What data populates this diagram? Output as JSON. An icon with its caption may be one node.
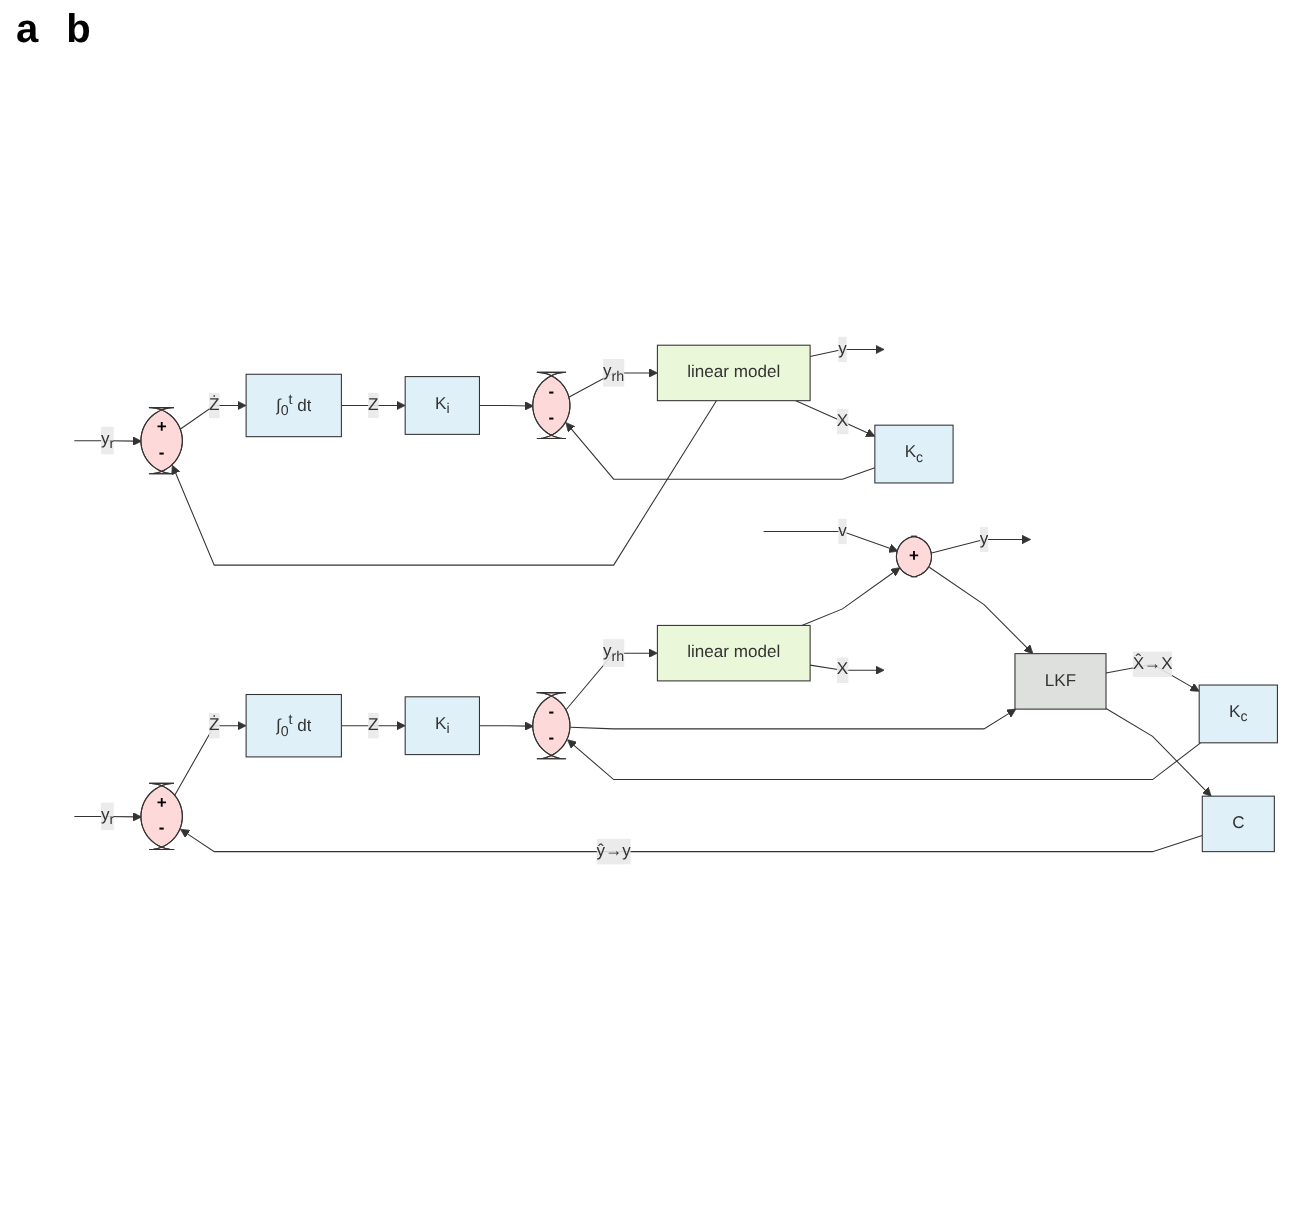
{
  "diagram": {
    "nodes": [
      {
        "text": [
          "+",
          "-"
        ]
      },
      {
        "text": [
          "∫$_{0}$$^{t}$ dt"
        ]
      },
      {
        "text": [
          "K$_{i}$"
        ]
      },
      {
        "text": [
          "-",
          "-"
        ]
      },
      {
        "text": [
          "linear model"
        ]
      },
      {
        "text": [
          "+"
        ]
      },
      {
        "text": [
          "LKF"
        ]
      },
      {
        "text": [
          "K$_{c}$"
        ]
      },
      {
        "text": [
          "C"
        ]
      },
      {
        "text": [
          "+",
          "-"
        ]
      },
      {
        "text": [
          "∫$_{0}$$^{t}$ dt"
        ]
      },
      {
        "text": [
          "K$_{i}$"
        ]
      },
      {
        "text": [
          "-",
          "-"
        ]
      },
      {
        "text": [
          "linear model"
        ]
      },
      {
        "text": [
          "K$_{c}$"
        ]
      }
    ],
    "edges": [
      {
        "from": null,
        "to": 0,
        "arrow": "to",
        "label": "y$_{r}$"
      },
      {
        "from": 0,
        "to": 1,
        "arrow": "to",
        "label": "Ż"
      },
      {
        "from": 1,
        "to": 2,
        "arrow": "to",
        "label": "Z"
      },
      {
        "from": 2,
        "to": 3,
        "arrow": "to"
      },
      {
        "from": 3,
        "to": 4,
        "arrow": "to",
        "label": "y$_{rh}$"
      },
      {
        "from": 4,
        "to": 5,
        "arrow": "to"
      },
      {
        "from": null,
        "to": 5,
        "arrow": "to",
        "label": "v"
      },
      {
        "from": 5,
        "to": null,
        "arrow": "to",
        "label": "y"
      },
      {
        "from": 4,
        "to": null,
        "arrow": "to",
        "label": "X"
      },
      {
        "from": 3,
        "to": 6,
        "arrow": "to"
      },
      {
        "from": 5,
        "to": 6,
        "arrow": "to"
      },
      {
        "from": 6,
        "to": 7,
        "arrow": "to",
        "label": "X̂→X"
      },
      {
        "from": 6,
        "to": 8,
        "arrow": "to"
      },
      {
        "from": 7,
        "to": 3,
        "arrow": "to"
      },
      {
        "from": 8,
        "to": 0,
        "arrow": "to",
        "label": "ŷ→y"
      },
      {
        "from": null,
        "to": 9,
        "arrow": "to",
        "label": "y$_{r}$"
      },
      {
        "from": 9,
        "to": 10,
        "arrow": "to",
        "label": "Ż"
      },
      {
        "from": 10,
        "to": 11,
        "arrow": "to",
        "label": "Z"
      },
      {
        "from": 11,
        "to": 12,
        "arrow": "to"
      },
      {
        "from": 12,
        "to": 13,
        "arrow": "to",
        "label": "y$_{rh}$"
      },
      {
        "from": 13,
        "to": null,
        "arrow": "to",
        "label": "y"
      },
      {
        "from": 13,
        "to": 14,
        "arrow": "to",
        "label": "X"
      },
      {
        "from": 14,
        "to": 12,
        "arrow": "to"
      },
      {
        "from": 13,
        "to": 9,
        "arrow": "to"
      }
    ],
    "labels": [
      "a",
      "b"
    ]
  }
}
